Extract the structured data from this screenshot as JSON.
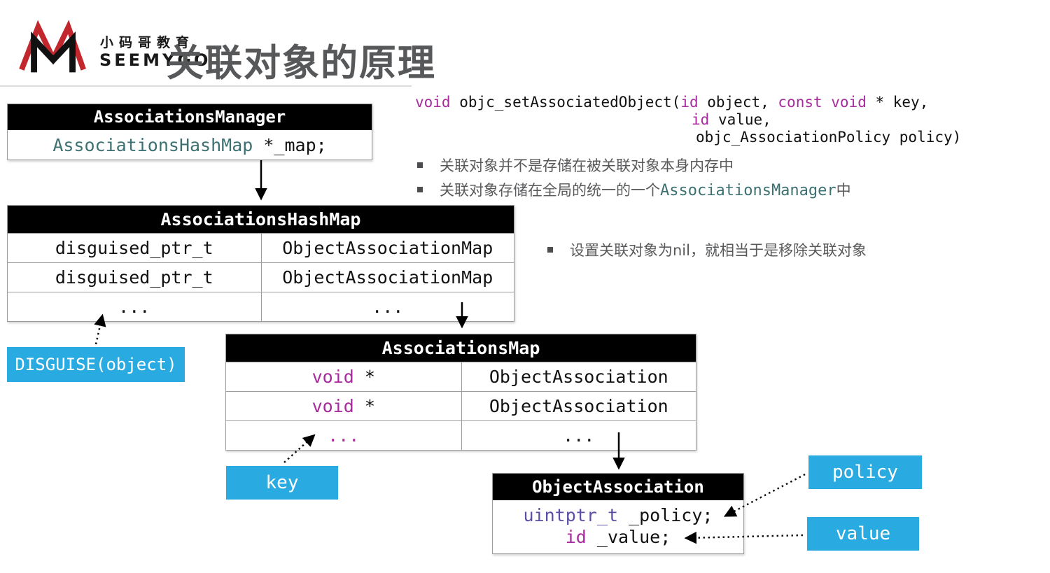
{
  "logo": {
    "brand_cn": "小码哥教育",
    "brand_en": "SEEMYGO"
  },
  "title": "关联对象的原理",
  "code": {
    "l1_kw1": "void",
    "l1_t1": " objc_setAssociatedObject(",
    "l1_kw2": "id",
    "l1_t2": " object, ",
    "l1_kw3": "const void",
    "l1_t3": " * key,",
    "l2_kw1": "id",
    "l2_t1": " value,",
    "l3_t1": "objc_AssociationPolicy policy)"
  },
  "bullets": {
    "b1": "关联对象并不是存储在被关联对象本身内存中",
    "b2_pre": "关联对象存储在全局的统一的一个",
    "b2_code": "AssociationsManager",
    "b2_post": "中",
    "b3": "设置关联对象为nil，就相当于是移除关联对象"
  },
  "manager_table": {
    "title": "AssociationsManager",
    "field_type": "AssociationsHashMap",
    "field_name": " *_map;"
  },
  "hashmap_table": {
    "title": "AssociationsHashMap",
    "rows": [
      {
        "key": "disguised_ptr_t",
        "value": "ObjectAssociationMap"
      },
      {
        "key": "disguised_ptr_t",
        "value": "ObjectAssociationMap"
      },
      {
        "key": "...",
        "value": "..."
      }
    ]
  },
  "map_table": {
    "title": "AssociationsMap",
    "rows": [
      {
        "key_kw": "void",
        "key_rest": " *",
        "value": "ObjectAssociation"
      },
      {
        "key_kw": "void",
        "key_rest": " *",
        "value": "ObjectAssociation"
      },
      {
        "key_kw": "...",
        "key_rest": "",
        "value": "..."
      }
    ]
  },
  "object_table": {
    "title": "ObjectAssociation",
    "field1_type": "uintptr_t",
    "field1_name": " _policy;",
    "field2_type": "id",
    "field2_name": " _value;"
  },
  "labels": {
    "disguise": "DISGUISE(object)",
    "key": "key",
    "policy": "policy",
    "value": "value"
  },
  "colors": {
    "accent_blue": "#29abe2",
    "type_teal": "#3d7171",
    "keyword_magenta": "#a82b9e",
    "keyword_indigo": "#5a4fa5",
    "logo_red": "#c1272d",
    "text_gray": "#58595b",
    "header_black": "#000000"
  }
}
